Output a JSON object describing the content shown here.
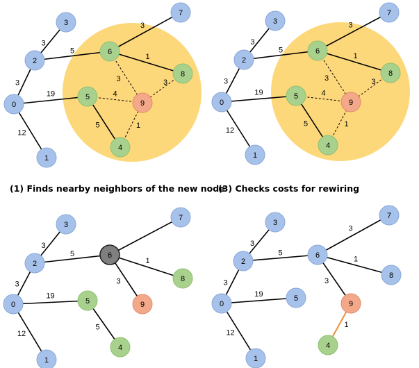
{
  "colors": {
    "blue": "#a7c2ea",
    "blue_stroke": "#8aa8d8",
    "green": "#a9d18e",
    "green_stroke": "#8fbf70",
    "red": "#f4a88a",
    "red_stroke": "#e08c6d",
    "gray": "#7f7f7f",
    "gray_stroke": "#222222",
    "circle": "#fdd87b",
    "orange_edge": "#e8913a"
  },
  "captions": {
    "panel1": "(1) Finds nearby neighbors of the new node",
    "panel3": "(3) Checks costs for rewiring"
  },
  "panels": [
    {
      "id": "p1",
      "nodes": [
        {
          "id": "n0",
          "label": "0",
          "color": "blue"
        },
        {
          "id": "n1",
          "label": "1",
          "color": "blue"
        },
        {
          "id": "n2",
          "label": "2",
          "color": "blue"
        },
        {
          "id": "n3",
          "label": "3",
          "color": "blue"
        },
        {
          "id": "n4",
          "label": "4",
          "color": "green"
        },
        {
          "id": "n5",
          "label": "5",
          "color": "green"
        },
        {
          "id": "n6",
          "label": "6",
          "color": "green"
        },
        {
          "id": "n7",
          "label": "7",
          "color": "blue"
        },
        {
          "id": "n8",
          "label": "8",
          "color": "green"
        },
        {
          "id": "n9",
          "label": "9",
          "color": "red"
        }
      ],
      "edges": [
        {
          "from": "n0",
          "to": "n2",
          "weight": "3",
          "style": "solid"
        },
        {
          "from": "n2",
          "to": "n3",
          "weight": "3",
          "style": "solid"
        },
        {
          "from": "n0",
          "to": "n1",
          "weight": "12",
          "style": "solid"
        },
        {
          "from": "n0",
          "to": "n5",
          "weight": "19",
          "style": "solid"
        },
        {
          "from": "n2",
          "to": "n6",
          "weight": "5",
          "style": "solid"
        },
        {
          "from": "n6",
          "to": "n7",
          "weight": "3",
          "style": "solid"
        },
        {
          "from": "n6",
          "to": "n8",
          "weight": "1",
          "style": "solid"
        },
        {
          "from": "n5",
          "to": "n4",
          "weight": "5",
          "style": "solid"
        },
        {
          "from": "n6",
          "to": "n9",
          "weight": "3",
          "style": "dashed"
        },
        {
          "from": "n5",
          "to": "n9",
          "weight": "4",
          "style": "dashed"
        },
        {
          "from": "n8",
          "to": "n9",
          "weight": "3",
          "style": "dashed"
        },
        {
          "from": "n4",
          "to": "n9",
          "weight": "1",
          "style": "dashed"
        }
      ]
    },
    {
      "id": "p3",
      "nodes": [
        {
          "id": "n0",
          "label": "0",
          "color": "blue"
        },
        {
          "id": "n1",
          "label": "1",
          "color": "blue"
        },
        {
          "id": "n2",
          "label": "2",
          "color": "blue"
        },
        {
          "id": "n3",
          "label": "3",
          "color": "blue"
        },
        {
          "id": "n4",
          "label": "4",
          "color": "green"
        },
        {
          "id": "n5",
          "label": "5",
          "color": "green"
        },
        {
          "id": "n6",
          "label": "6",
          "color": "green"
        },
        {
          "id": "n7",
          "label": "7",
          "color": "blue"
        },
        {
          "id": "n8",
          "label": "8",
          "color": "green"
        },
        {
          "id": "n9",
          "label": "9",
          "color": "red"
        }
      ],
      "edges": [
        {
          "from": "n0",
          "to": "n2",
          "weight": "3",
          "style": "solid"
        },
        {
          "from": "n2",
          "to": "n3",
          "weight": "3",
          "style": "solid"
        },
        {
          "from": "n0",
          "to": "n1",
          "weight": "12",
          "style": "solid"
        },
        {
          "from": "n0",
          "to": "n5",
          "weight": "19",
          "style": "solid"
        },
        {
          "from": "n2",
          "to": "n6",
          "weight": "5",
          "style": "solid"
        },
        {
          "from": "n6",
          "to": "n7",
          "weight": "3",
          "style": "solid"
        },
        {
          "from": "n6",
          "to": "n8",
          "weight": "1",
          "style": "solid"
        },
        {
          "from": "n5",
          "to": "n4",
          "weight": "5",
          "style": "solid"
        },
        {
          "from": "n6",
          "to": "n9",
          "weight": "3",
          "style": "dashed"
        },
        {
          "from": "n5",
          "to": "n9",
          "weight": "4",
          "style": "dashed"
        },
        {
          "from": "n8",
          "to": "n9",
          "weight": "3",
          "style": "dashed"
        },
        {
          "from": "n4",
          "to": "n9",
          "weight": "1",
          "style": "dashed"
        }
      ]
    },
    {
      "id": "p2",
      "nodes": [
        {
          "id": "n0",
          "label": "0",
          "color": "blue"
        },
        {
          "id": "n1",
          "label": "1",
          "color": "blue"
        },
        {
          "id": "n2",
          "label": "2",
          "color": "blue"
        },
        {
          "id": "n3",
          "label": "3",
          "color": "blue"
        },
        {
          "id": "n4",
          "label": "4",
          "color": "green"
        },
        {
          "id": "n5",
          "label": "5",
          "color": "green"
        },
        {
          "id": "n6",
          "label": "6",
          "color": "gray"
        },
        {
          "id": "n7",
          "label": "7",
          "color": "blue"
        },
        {
          "id": "n8",
          "label": "8",
          "color": "green"
        },
        {
          "id": "n9",
          "label": "9",
          "color": "red"
        }
      ],
      "edges": [
        {
          "from": "n0",
          "to": "n2",
          "weight": "3",
          "style": "solid"
        },
        {
          "from": "n2",
          "to": "n3",
          "weight": "3",
          "style": "solid"
        },
        {
          "from": "n0",
          "to": "n1",
          "weight": "12",
          "style": "solid"
        },
        {
          "from": "n0",
          "to": "n5",
          "weight": "19",
          "style": "solid"
        },
        {
          "from": "n2",
          "to": "n6",
          "weight": "5",
          "style": "solid"
        },
        {
          "from": "n6",
          "to": "n7",
          "weight": "",
          "style": "solid"
        },
        {
          "from": "n6",
          "to": "n8",
          "weight": "1",
          "style": "solid"
        },
        {
          "from": "n5",
          "to": "n4",
          "weight": "5",
          "style": "solid"
        },
        {
          "from": "n6",
          "to": "n9",
          "weight": "3",
          "style": "solid"
        }
      ]
    },
    {
      "id": "p4",
      "nodes": [
        {
          "id": "n0",
          "label": "0",
          "color": "blue"
        },
        {
          "id": "n1",
          "label": "1",
          "color": "blue"
        },
        {
          "id": "n2",
          "label": "2",
          "color": "blue"
        },
        {
          "id": "n3",
          "label": "3",
          "color": "blue"
        },
        {
          "id": "n4",
          "label": "4",
          "color": "green"
        },
        {
          "id": "n5",
          "label": "5",
          "color": "blue"
        },
        {
          "id": "n6",
          "label": "6",
          "color": "blue"
        },
        {
          "id": "n7",
          "label": "7",
          "color": "blue"
        },
        {
          "id": "n8",
          "label": "8",
          "color": "blue"
        },
        {
          "id": "n9",
          "label": "9",
          "color": "red"
        }
      ],
      "edges": [
        {
          "from": "n0",
          "to": "n2",
          "weight": "3",
          "style": "solid"
        },
        {
          "from": "n2",
          "to": "n3",
          "weight": "3",
          "style": "solid"
        },
        {
          "from": "n0",
          "to": "n1",
          "weight": "12",
          "style": "solid"
        },
        {
          "from": "n0",
          "to": "n5",
          "weight": "19",
          "style": "solid"
        },
        {
          "from": "n2",
          "to": "n6",
          "weight": "5",
          "style": "solid"
        },
        {
          "from": "n6",
          "to": "n7",
          "weight": "3",
          "style": "solid"
        },
        {
          "from": "n6",
          "to": "n8",
          "weight": "1",
          "style": "solid"
        },
        {
          "from": "n6",
          "to": "n9",
          "weight": "3",
          "style": "solid"
        },
        {
          "from": "n9",
          "to": "n4",
          "weight": "1",
          "style": "orange"
        }
      ]
    }
  ]
}
